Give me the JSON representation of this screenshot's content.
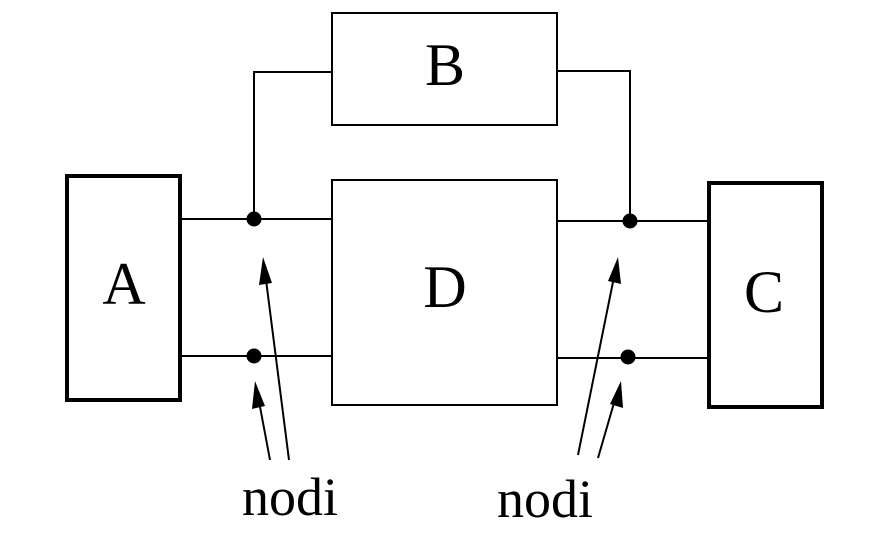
{
  "blocks": {
    "a": {
      "label": "A"
    },
    "b": {
      "label": "B"
    },
    "c": {
      "label": "C"
    },
    "d": {
      "label": "D"
    }
  },
  "captions": {
    "left": "nodi",
    "right": "nodi"
  }
}
